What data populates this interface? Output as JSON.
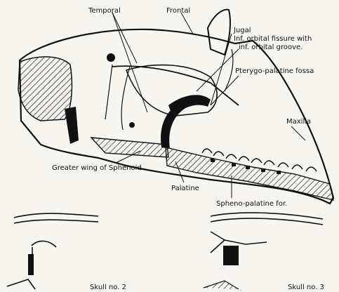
{
  "labels": {
    "temporal": "Temporal",
    "frontal": "Frontal",
    "jugal": "Jugal",
    "inf_orbital_line1": "Inf. orbital fissure with",
    "inf_orbital_line2": "inf. orbital groove.",
    "pterygo": "Pterygo-palatine fossa",
    "maxilla": "Maxilla",
    "greater_wing": "Greater wing of Sphenoid",
    "palatine": "Palatine",
    "spheno_palatine": "Spheno-palatine for.",
    "skull2": "Skull no. 2",
    "skull3": "Skull no. 3"
  },
  "colors": {
    "ink": "#111111",
    "paper": "#f7f5f0"
  }
}
